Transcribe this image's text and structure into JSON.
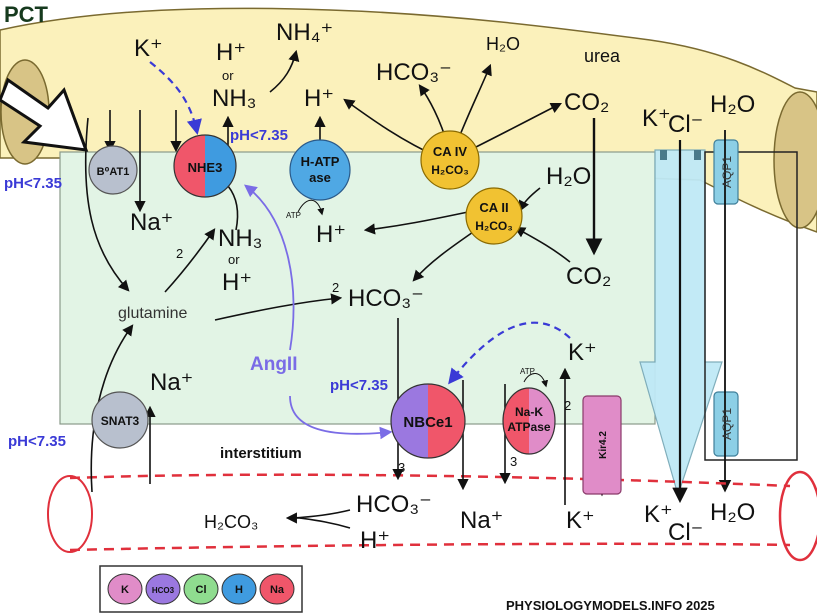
{
  "header": {
    "title": "PCT",
    "footer": "PHYSIOLOGYMODELS.INFO 2025"
  },
  "labels": {
    "urea": "urea",
    "glutamine": "glutamine",
    "angII": "AngII",
    "interstitium": "interstitium",
    "ph_low": "pH<7.35",
    "atp": "ATP",
    "or": "or",
    "two": "2",
    "three": "3"
  },
  "species": {
    "k_plus": "K⁺",
    "h_plus": "H⁺",
    "nh3": "NH₃",
    "nh4_plus": "NH₄⁺",
    "hco3_minus": "HCO₃⁻",
    "h2o": "H₂O",
    "co2": "CO₂",
    "na_plus": "Na⁺",
    "cl_minus": "Cl⁻",
    "h2co3": "H₂CO₃"
  },
  "transporters": {
    "nhe3": "NHE3",
    "boat1": "B⁰AT1",
    "h_atpase_top": "H-ATP",
    "h_atpase_bottom": "ase",
    "ca_iv": "CA IV",
    "ca_ii": "CA II",
    "aqp1": "AQP1",
    "snat3": "SNAT3",
    "nbce1": "NBCe1",
    "nak_top": "Na-K",
    "nak_bottom": "ATPase",
    "kir": "Kir4.2"
  },
  "legend": [
    {
      "label": "K",
      "color": "#e08cc8"
    },
    {
      "label": "HCO3",
      "color": "#9b78e0"
    },
    {
      "label": "Cl",
      "color": "#8fdc8f"
    },
    {
      "label": "H",
      "color": "#3f9be0"
    },
    {
      "label": "Na",
      "color": "#f0566a"
    }
  ],
  "colors": {
    "lumen": "#fbf1bb",
    "cell": "#e2f4e5",
    "channel": "#bfe9f6",
    "capillary": "#e0303c",
    "annotation": "#3a3ad6",
    "enzyme": "#f1c232"
  }
}
